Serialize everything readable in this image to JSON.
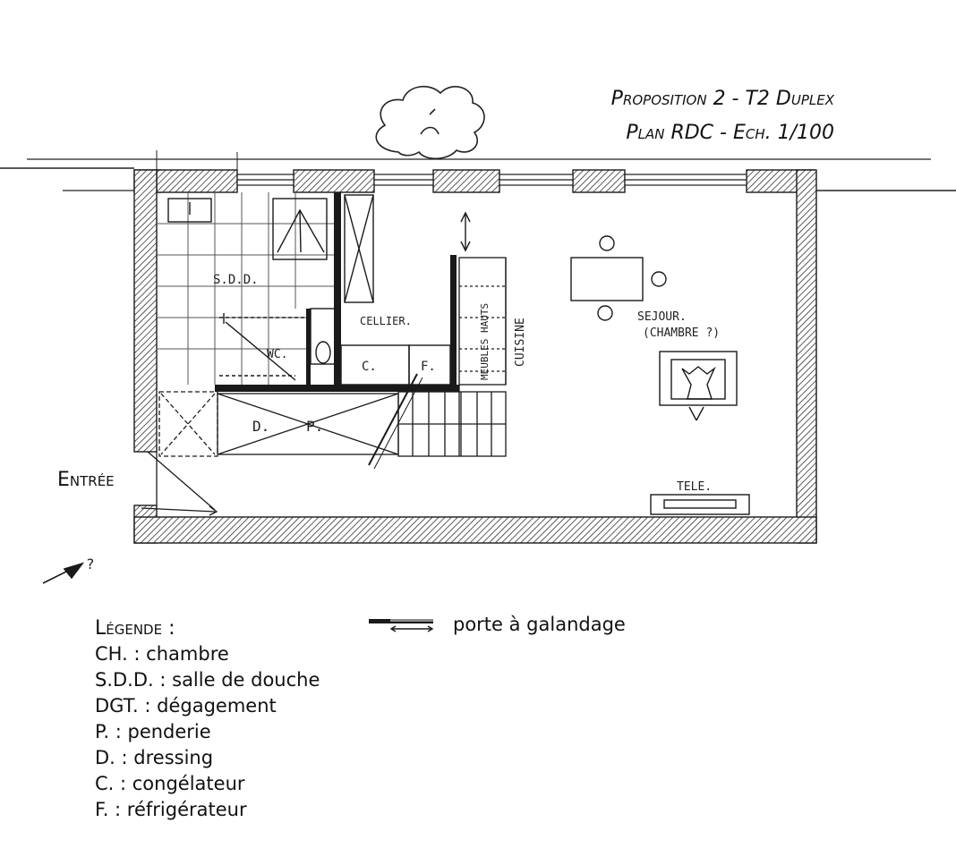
{
  "title": {
    "line1": "Proposition 2 - T2 Duplex",
    "line2": "Plan RDC - Ech. 1/100"
  },
  "entrance_label": "Entrée",
  "rooms": {
    "sdd": "S.D.D.",
    "wc": "WC.",
    "cellier": "CELLIER.",
    "congelateur": "C.",
    "refrigerateur": "F.",
    "meubles_hauts": "MEUBLES HAUTS",
    "cuisine": "CUISINE",
    "sejour_line1": "SEJOUR.",
    "sejour_line2": "(CHAMBRE ?)",
    "tele": "TELE.",
    "dressing_d": "D.",
    "dressing_p": "P."
  },
  "north_mark": "?",
  "door_key_label": "porte à galandage",
  "legend": {
    "title": "Légende :",
    "items": [
      "CH. : chambre",
      "S.D.D. : salle de douche",
      "DGT. : dégagement",
      "P. : penderie",
      "D. : dressing",
      "C. : congélateur",
      "F. : réfrigérateur"
    ]
  },
  "colors": {
    "ink": "#1a1a1a",
    "wall_hatch": "#333333",
    "paper": "#ffffff"
  }
}
